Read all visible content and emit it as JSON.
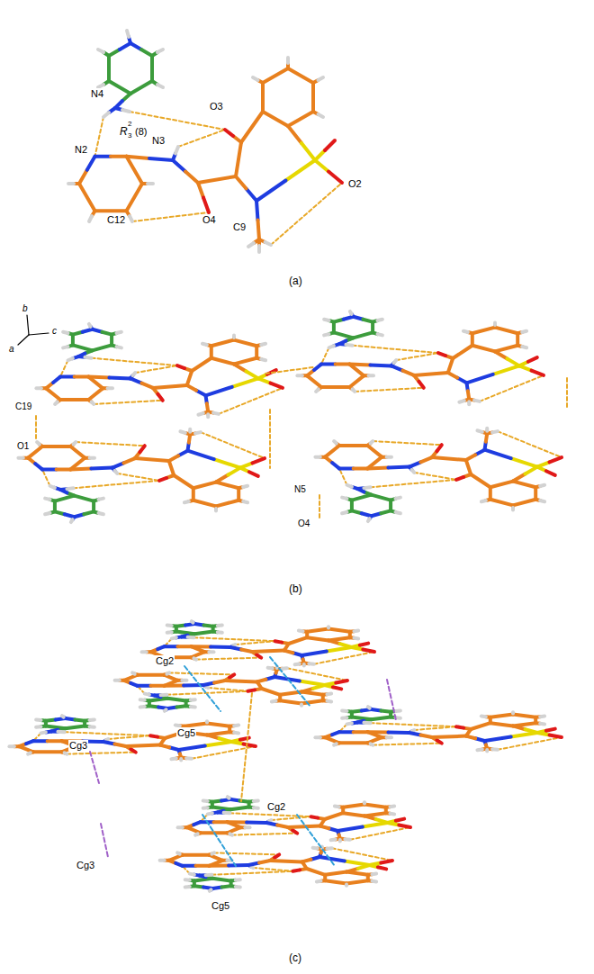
{
  "diagram": {
    "labels": [
      "O3",
      "N4",
      "N2",
      "R",
      "2",
      "3",
      "(8)",
      "N3",
      "C12",
      "O4",
      "O2",
      "C9",
      "(a)",
      "b",
      "c",
      "a",
      "C19",
      "O1",
      "N5",
      "O4",
      "(b)",
      "Cg2",
      "Cg5",
      "Cg3",
      "Cg3",
      "Cg2",
      "Cg5",
      "(c)"
    ]
  }
}
